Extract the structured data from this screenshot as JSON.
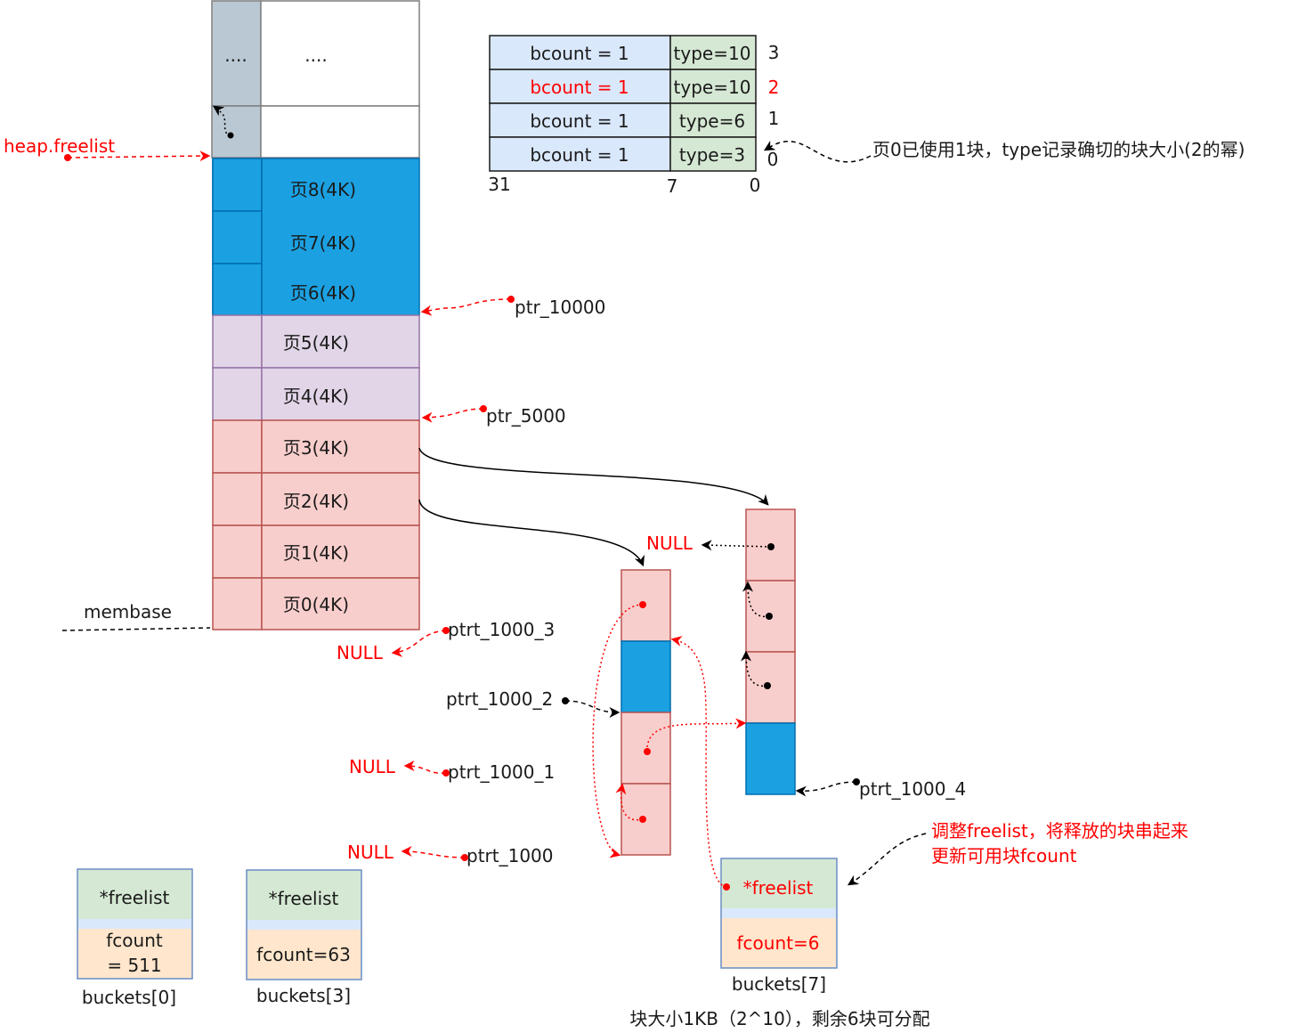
{
  "heap": {
    "top_left": "....",
    "top_right": "....",
    "pages": [
      "页8(4K)",
      "页7(4K)",
      "页6(4K)",
      "页5(4K)",
      "页4(4K)",
      "页3(4K)",
      "页2(4K)",
      "页1(4K)",
      "页0(4K)"
    ],
    "freelist_label": "heap.freelist",
    "membase_label": "membase"
  },
  "register": {
    "rows": [
      {
        "bcount": "bcount = 1",
        "type": "type=10",
        "index": "3"
      },
      {
        "bcount": "bcount = 1",
        "type": "type=10",
        "index": "2"
      },
      {
        "bcount": "bcount = 1",
        "type": "type=6",
        "index": "1"
      },
      {
        "bcount": "bcount = 1",
        "type": "type=3",
        "index": "0"
      }
    ],
    "bit_labels": [
      "31",
      "7",
      "0"
    ],
    "note": "页0已使用1块，type记录确切的块大小(2的幂)"
  },
  "pointers": {
    "ptr_10000": "ptr_10000",
    "ptr_5000": "ptr_5000",
    "ptrt_1000_3": "ptrt_1000_3",
    "ptrt_1000_2": "ptrt_1000_2",
    "ptrt_1000_1": "ptrt_1000_1",
    "ptrt_1000": "ptrt_1000",
    "ptrt_1000_4": "ptrt_1000_4"
  },
  "null_labels": [
    "NULL",
    "NULL",
    "NULL",
    "NULL"
  ],
  "buckets": [
    {
      "freelist": "*freelist",
      "fcount_line1": "fcount",
      "fcount_line2": "= 511",
      "label": "buckets[0]"
    },
    {
      "freelist": "*freelist",
      "fcount": "fcount=63",
      "label": "buckets[3]"
    },
    {
      "freelist": "*freelist",
      "fcount": "fcount=6",
      "label": "buckets[7]"
    }
  ],
  "freelist_note": [
    "调整freelist，将释放的块串起来",
    "更新可用块fcount"
  ],
  "caption": "块大小1KB（2^10），剩余6块可分配",
  "colors": {
    "page_used": "#1ba1e2",
    "page_partial": "#e1d5e7",
    "page_free": "#f8cecc",
    "header": "#bac8d3",
    "highlight_text": "#ff0000"
  }
}
